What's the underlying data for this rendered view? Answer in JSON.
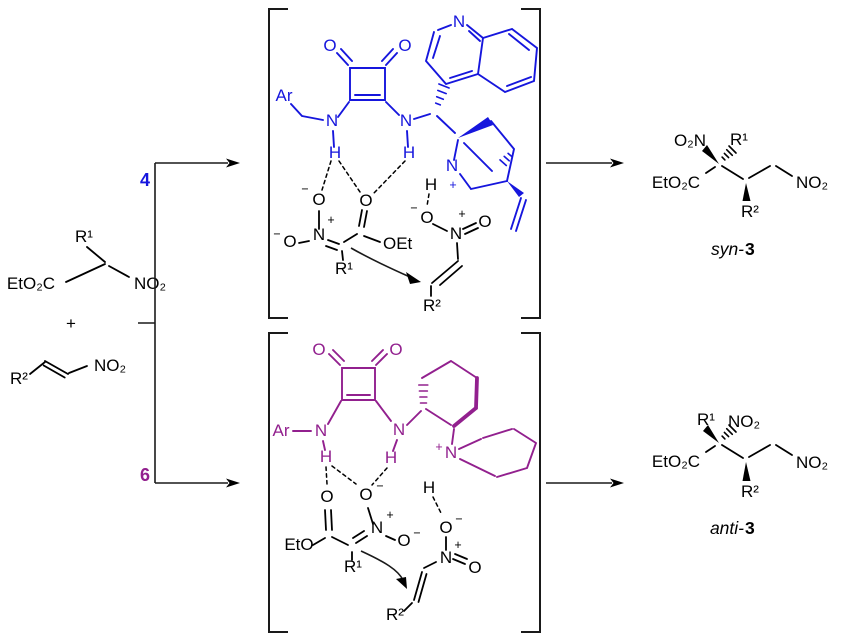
{
  "colors": {
    "top_catalyst": "#1616dd",
    "bottom_catalyst": "#92208e",
    "ink": "#000000"
  },
  "glyphs": {
    "o": "O",
    "n": "N",
    "h": "H",
    "ar": "Ar",
    "plus": "+",
    "minus": "−",
    "r1": "R¹",
    "r2": "R²",
    "no2": "NO₂",
    "o2n": "O₂N",
    "eto2c": "EtO₂C",
    "oet": "OEt",
    "eto": "EtO"
  },
  "catalysts": {
    "top": {
      "label": "4"
    },
    "bottom": {
      "label": "6"
    }
  },
  "products": {
    "top": {
      "prefix": "syn-",
      "number": "3"
    },
    "bottom": {
      "prefix": "anti-",
      "number": "3"
    }
  }
}
